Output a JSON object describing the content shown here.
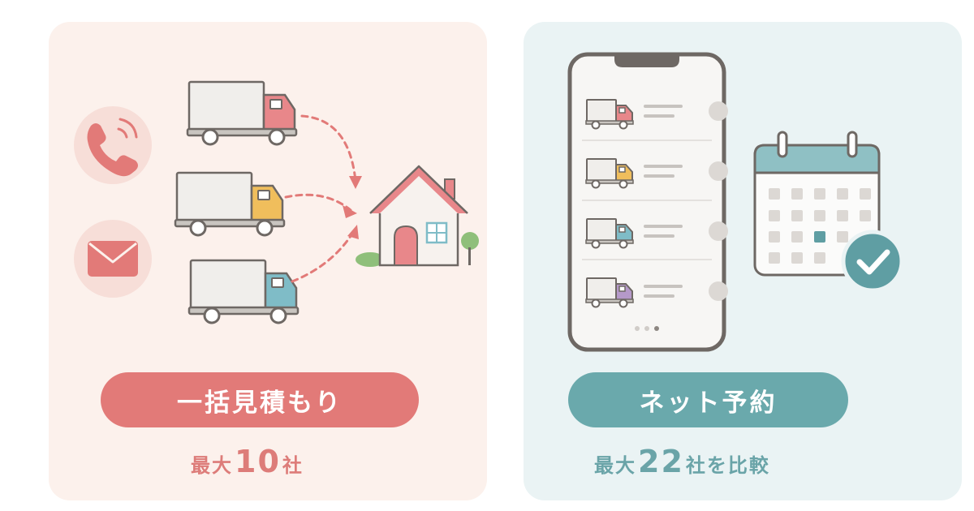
{
  "colors": {
    "left_bg": "#fcf1ec",
    "right_bg": "#eaf3f4",
    "coral": "#e27a78",
    "teal": "#6aa9ac"
  },
  "left": {
    "pill_label": "一括見積もり",
    "sub_prefix": "最大",
    "sub_number": "10",
    "sub_suffix": "社",
    "icons": [
      "phone-icon",
      "mail-icon",
      "truck-icon",
      "house-icon"
    ]
  },
  "right": {
    "pill_label": "ネット予約",
    "sub_prefix": "最大",
    "sub_number": "22",
    "sub_suffix": "社を比較",
    "icons": [
      "smartphone-icon",
      "truck-icon",
      "calendar-icon",
      "check-icon"
    ]
  }
}
